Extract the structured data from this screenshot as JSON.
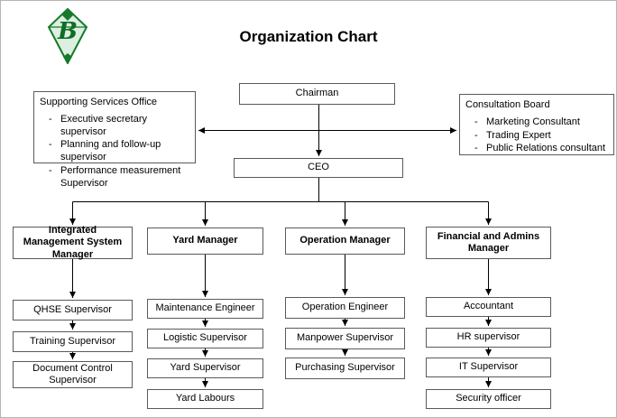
{
  "title": "Organization Chart",
  "logo_letter": "B",
  "chairman": "Chairman",
  "ceo": "CEO",
  "left_panel": {
    "title": "Supporting Services Office",
    "items": [
      "Executive secretary supervisor",
      "Planning and follow-up supervisor",
      "Performance measurement Supervisor"
    ]
  },
  "right_panel": {
    "title": "Consultation Board",
    "items": [
      "Marketing Consultant",
      "Trading Expert",
      "Public Relations consultant"
    ]
  },
  "columns": [
    {
      "head": "Integrated Management System Manager",
      "subs": [
        "QHSE Supervisor",
        "Training Supervisor",
        "Document Control Supervisor"
      ]
    },
    {
      "head": "Yard Manager",
      "subs": [
        "Maintenance Engineer",
        "Logistic Supervisor",
        "Yard Supervisor",
        "Yard Labours"
      ]
    },
    {
      "head": "Operation Manager",
      "subs": [
        "Operation Engineer",
        "Manpower Supervisor",
        "Purchasing Supervisor"
      ]
    },
    {
      "head": "Financial and Admins Manager",
      "subs": [
        "Accountant",
        "HR supervisor",
        "IT Supervisor",
        "Security officer"
      ]
    }
  ],
  "colors": {
    "logo_green": "#157a2b",
    "logo_fill": "#dcefe0",
    "box_border": "#5a5a5a",
    "line": "#000000"
  }
}
